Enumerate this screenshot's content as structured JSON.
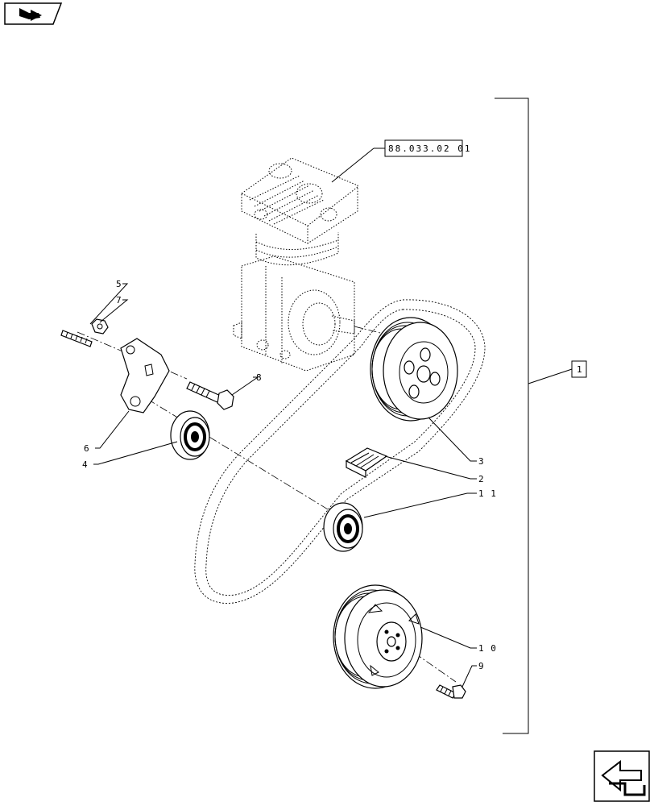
{
  "reference": {
    "label": "88.033.02 01"
  },
  "assembly_box": {
    "label": "1"
  },
  "callouts": [
    {
      "id": "5",
      "label": "5"
    },
    {
      "id": "7",
      "label": "7"
    },
    {
      "id": "8",
      "label": "8"
    },
    {
      "id": "6",
      "label": "6"
    },
    {
      "id": "4",
      "label": "4"
    },
    {
      "id": "3",
      "label": "3"
    },
    {
      "id": "2",
      "label": "2"
    },
    {
      "id": "11",
      "label": "1 1"
    },
    {
      "id": "10",
      "label": "1 0"
    },
    {
      "id": "9",
      "label": "9"
    }
  ],
  "icons": {
    "top_left": "previous-page-icon",
    "bottom_right": "return-to-index-icon"
  }
}
